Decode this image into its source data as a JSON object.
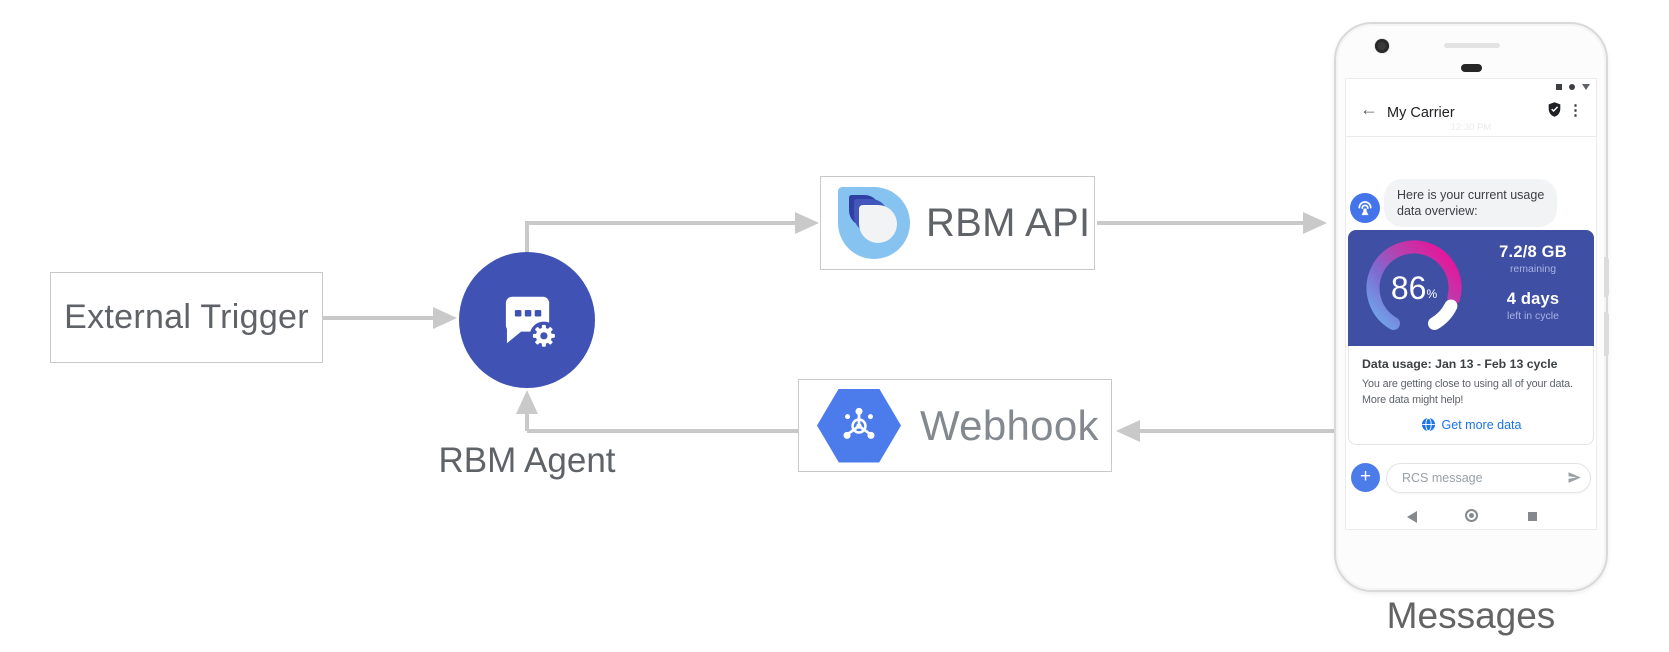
{
  "diagram": {
    "external_trigger_label": "External Trigger",
    "rbm_agent_label": "RBM Agent",
    "rbm_api_label": "RBM API",
    "webhook_label": "Webhook",
    "messages_caption": "Messages"
  },
  "phone": {
    "header": {
      "back_glyph": "←",
      "title": "My Carrier",
      "menu_glyph": "⋮"
    },
    "faint_timestamp": "12:30 PM",
    "bubble": {
      "line1": "Here is your current usage",
      "line2": "data overview:"
    },
    "usage_card": {
      "percent_value": "86",
      "percent_sign": "%",
      "amount": "7.2/8 GB",
      "amount_caption": "remaining",
      "days": "4 days",
      "days_caption": "left in cycle",
      "title": "Data usage: Jan 13 - Feb 13 cycle",
      "body_line1": "You are getting close to using all of your data.",
      "body_line2": "More data might help!",
      "action_label": "Get more data"
    },
    "composer": {
      "plus_glyph": "+",
      "placeholder": "RCS message"
    }
  },
  "colors": {
    "agent_indigo": "#4052B4",
    "card_indigo": "#3F4FA4",
    "webhook_blue": "#4C7CEC",
    "avatar_blue": "#4374E9",
    "link_blue": "#1a73e8",
    "arrow_gray": "#c9c9c9",
    "gauge_gradient": [
      "#6FACEC",
      "#7E6BD2",
      "#B93FAE",
      "#E4179B"
    ]
  }
}
